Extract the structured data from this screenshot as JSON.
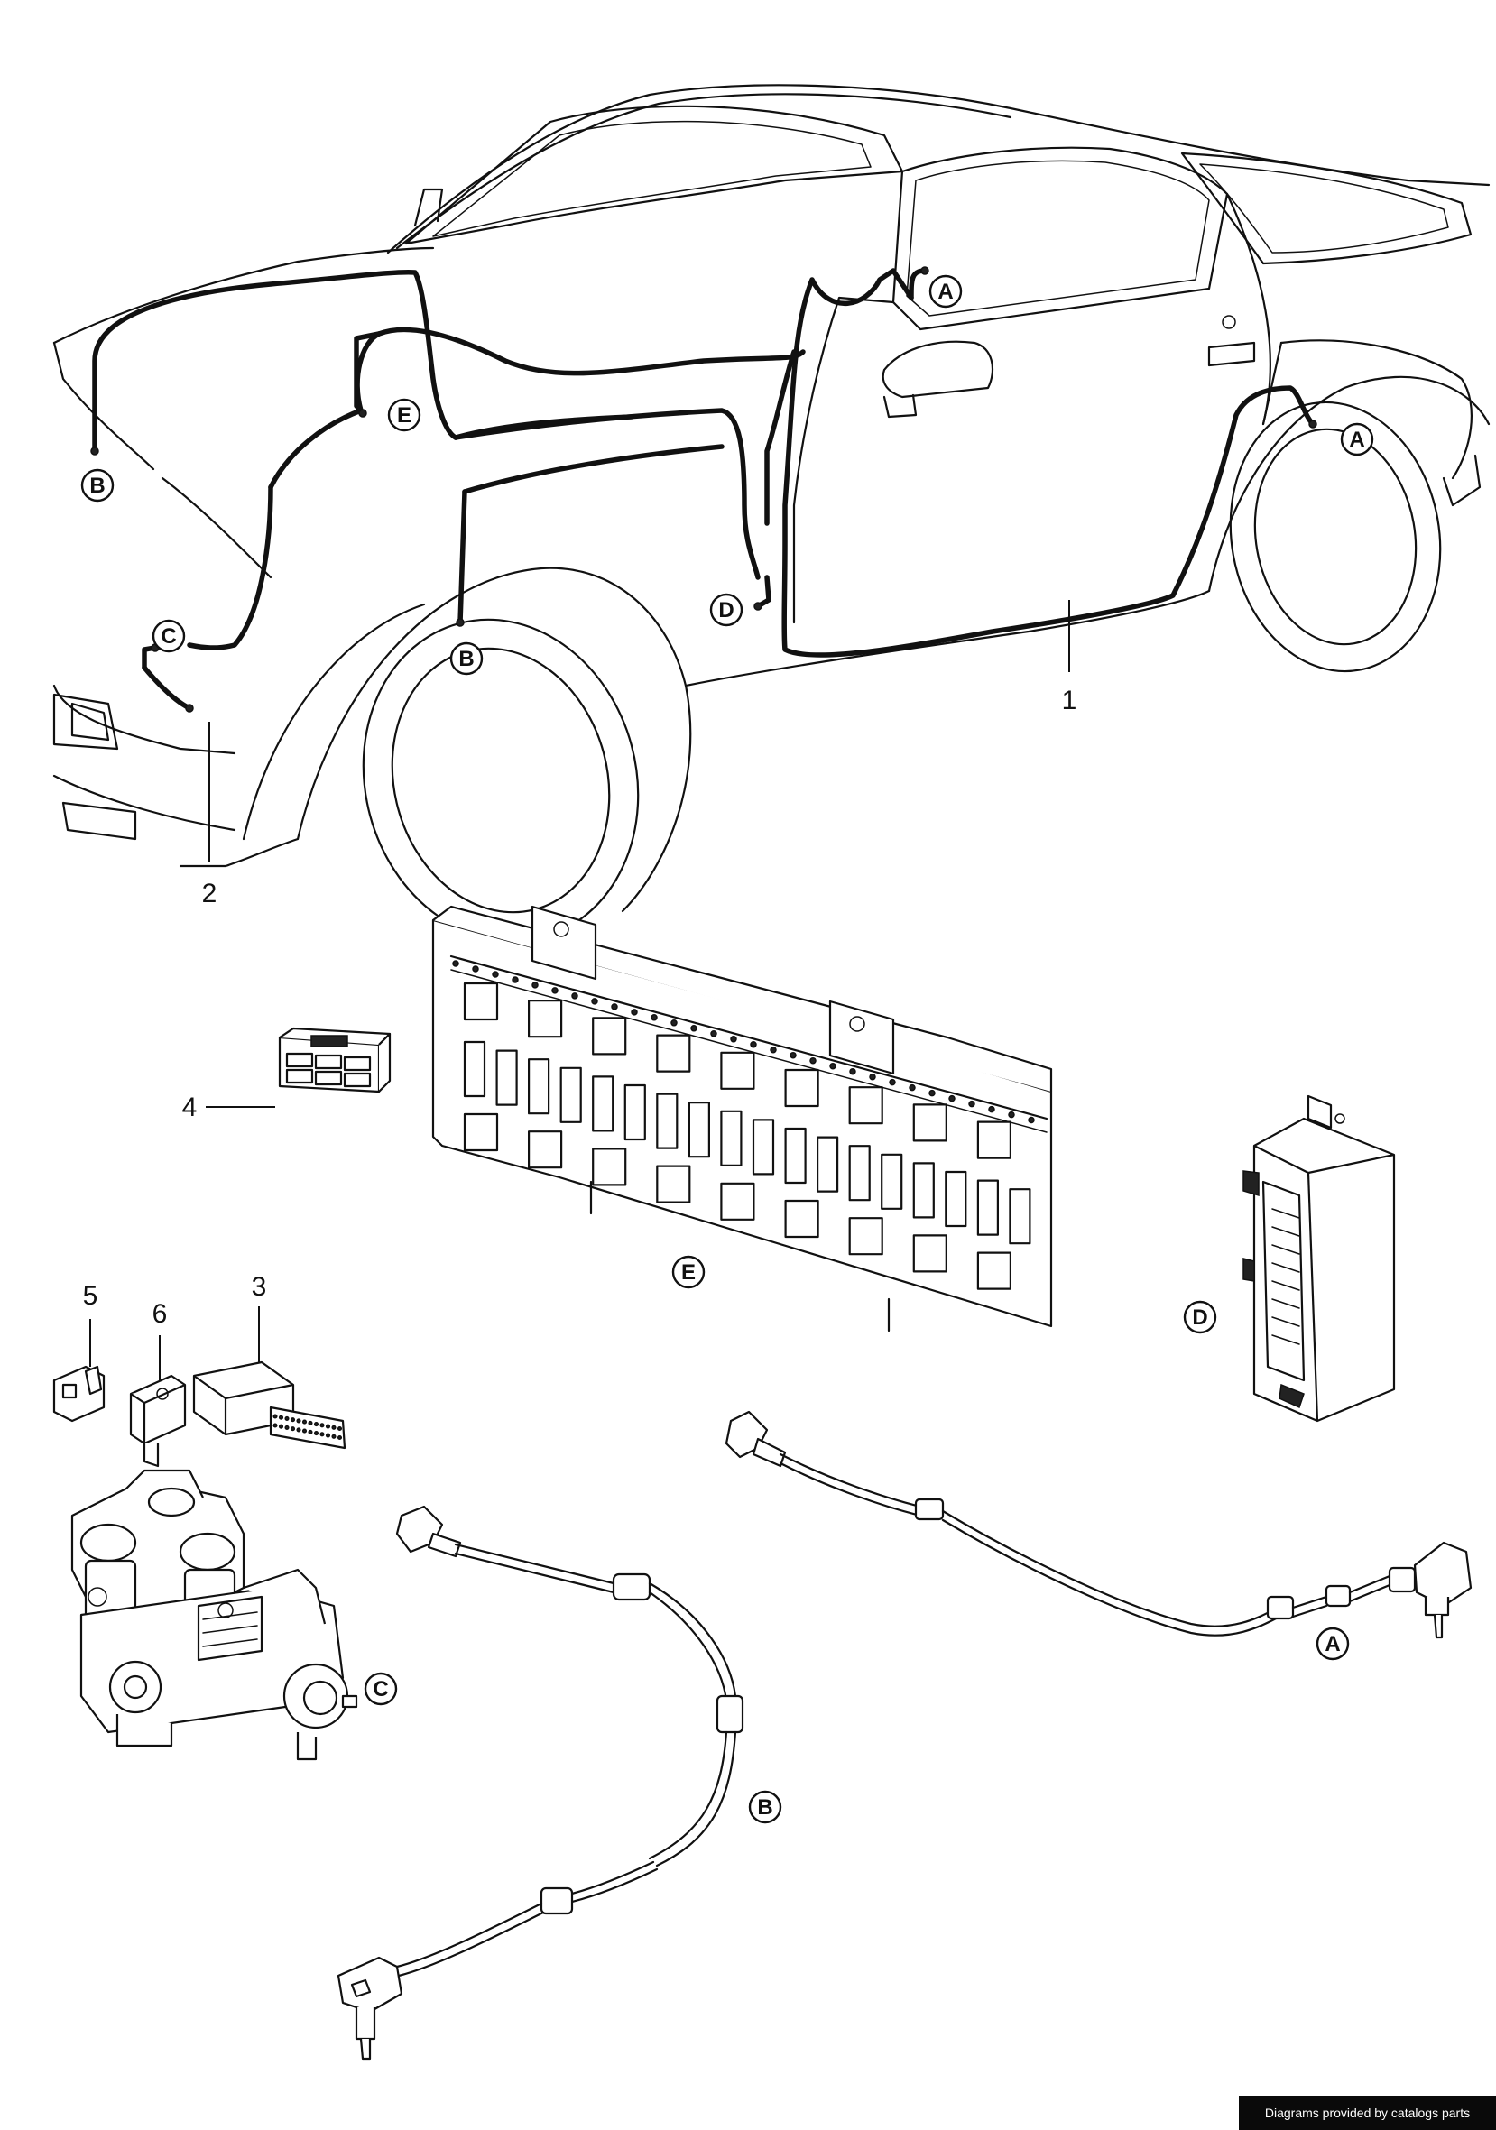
{
  "callouts": {
    "a_door": "A",
    "a_rear": "A",
    "a_sensor": "A",
    "b_front_left": "B",
    "b_wheel": "B",
    "b_sensor": "B",
    "c_car": "C",
    "c_unit": "C",
    "d_car": "D",
    "d_module": "D",
    "e_car": "E",
    "e_fusebox": "E"
  },
  "part_numbers": {
    "p1": "1",
    "p2": "2",
    "p3": "3",
    "p4": "4",
    "p5": "5",
    "p6": "6"
  },
  "footer": {
    "credit": "Diagrams provided by catalogs parts"
  }
}
